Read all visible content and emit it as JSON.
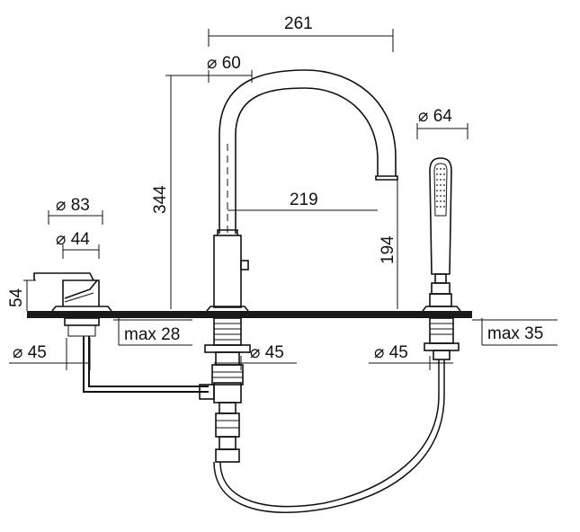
{
  "dimensions": {
    "width_261": "261",
    "diameter_60": "⌀ 60",
    "height_344": "344",
    "reach_219": "219",
    "diameter_64": "⌀ 64",
    "height_194": "194",
    "diameter_83": "⌀ 83",
    "diameter_44": "⌀ 44",
    "height_54": "54",
    "max_28": "max 28",
    "max_35": "max 35",
    "diameter_45_left": "⌀ 45",
    "diameter_45_center": "⌀ 45",
    "diameter_45_right": "⌀ 45"
  }
}
